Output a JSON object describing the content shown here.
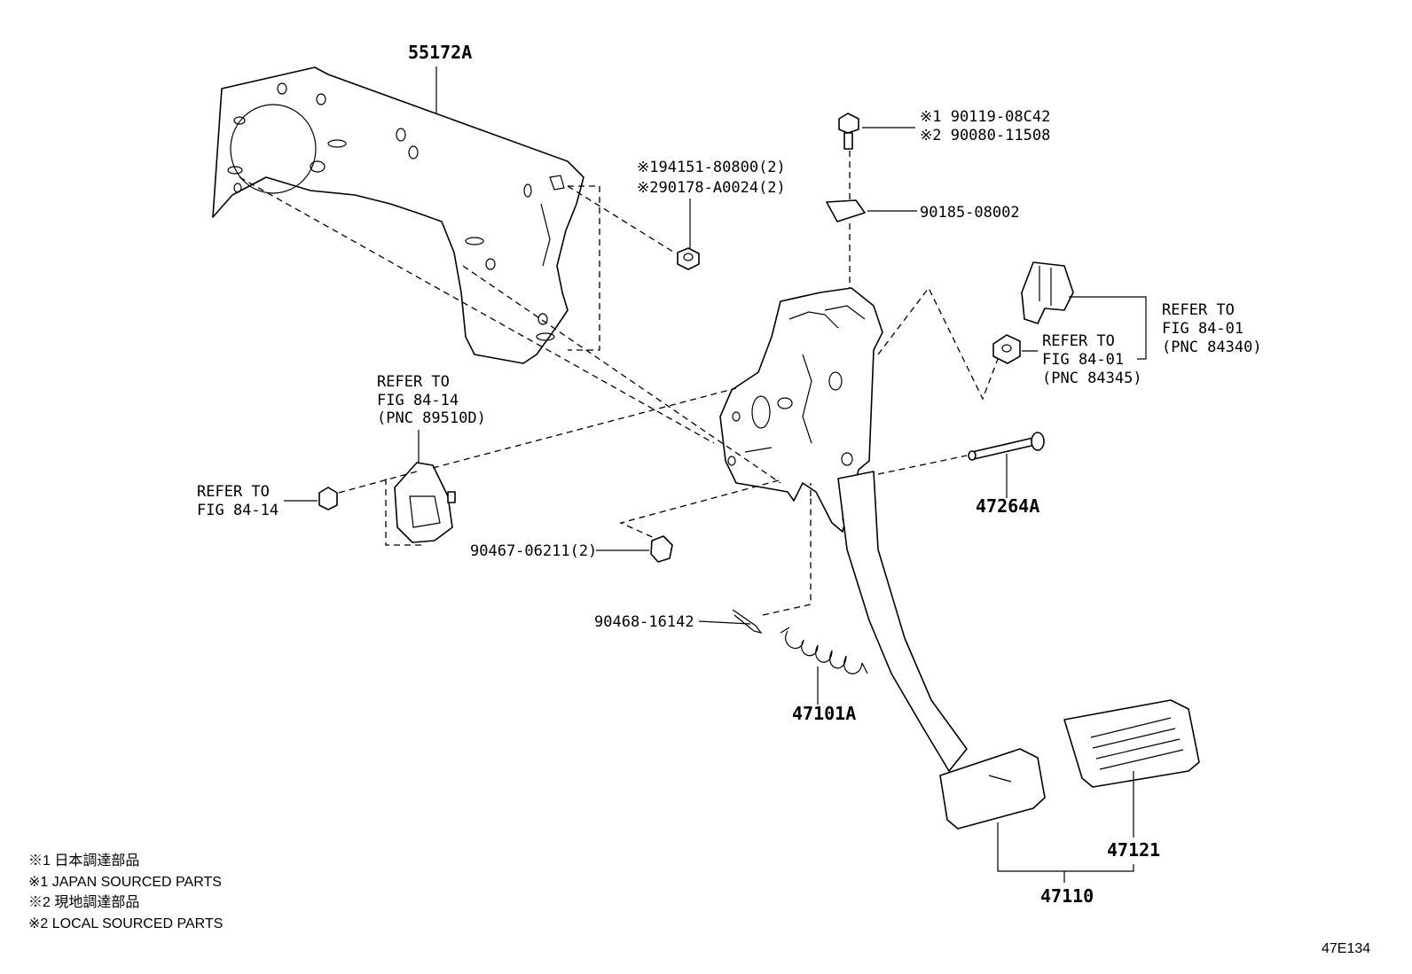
{
  "labels": {
    "p55172a": "55172A",
    "nut_ref1": "※194151-80800(2)",
    "nut_ref2": "※290178-A0024(2)",
    "bolt_ref1": "※1 90119-08C42",
    "bolt_ref2": "※2 90080-11508",
    "clip_90185": "90185-08002",
    "refer_to": "REFER TO",
    "fig_84_01": "FIG 84-01",
    "pnc_84340": "(PNC 84340)",
    "pnc_84345": "(PNC 84345)",
    "fig_84_14": "FIG 84-14",
    "pnc_89510d": "(PNC 89510D)",
    "p47264a": "47264A",
    "p90467": "90467-06211(2)",
    "p90468": "90468-16142",
    "p47101a": "47101A",
    "p47121": "47121",
    "p47110": "47110"
  },
  "notes": [
    "※1 日本調達部品",
    "※1 JAPAN SOURCED PARTS",
    "※2 現地調達部品",
    "※2 LOCAL SOURCED PARTS"
  ],
  "figure_code": "47E134"
}
